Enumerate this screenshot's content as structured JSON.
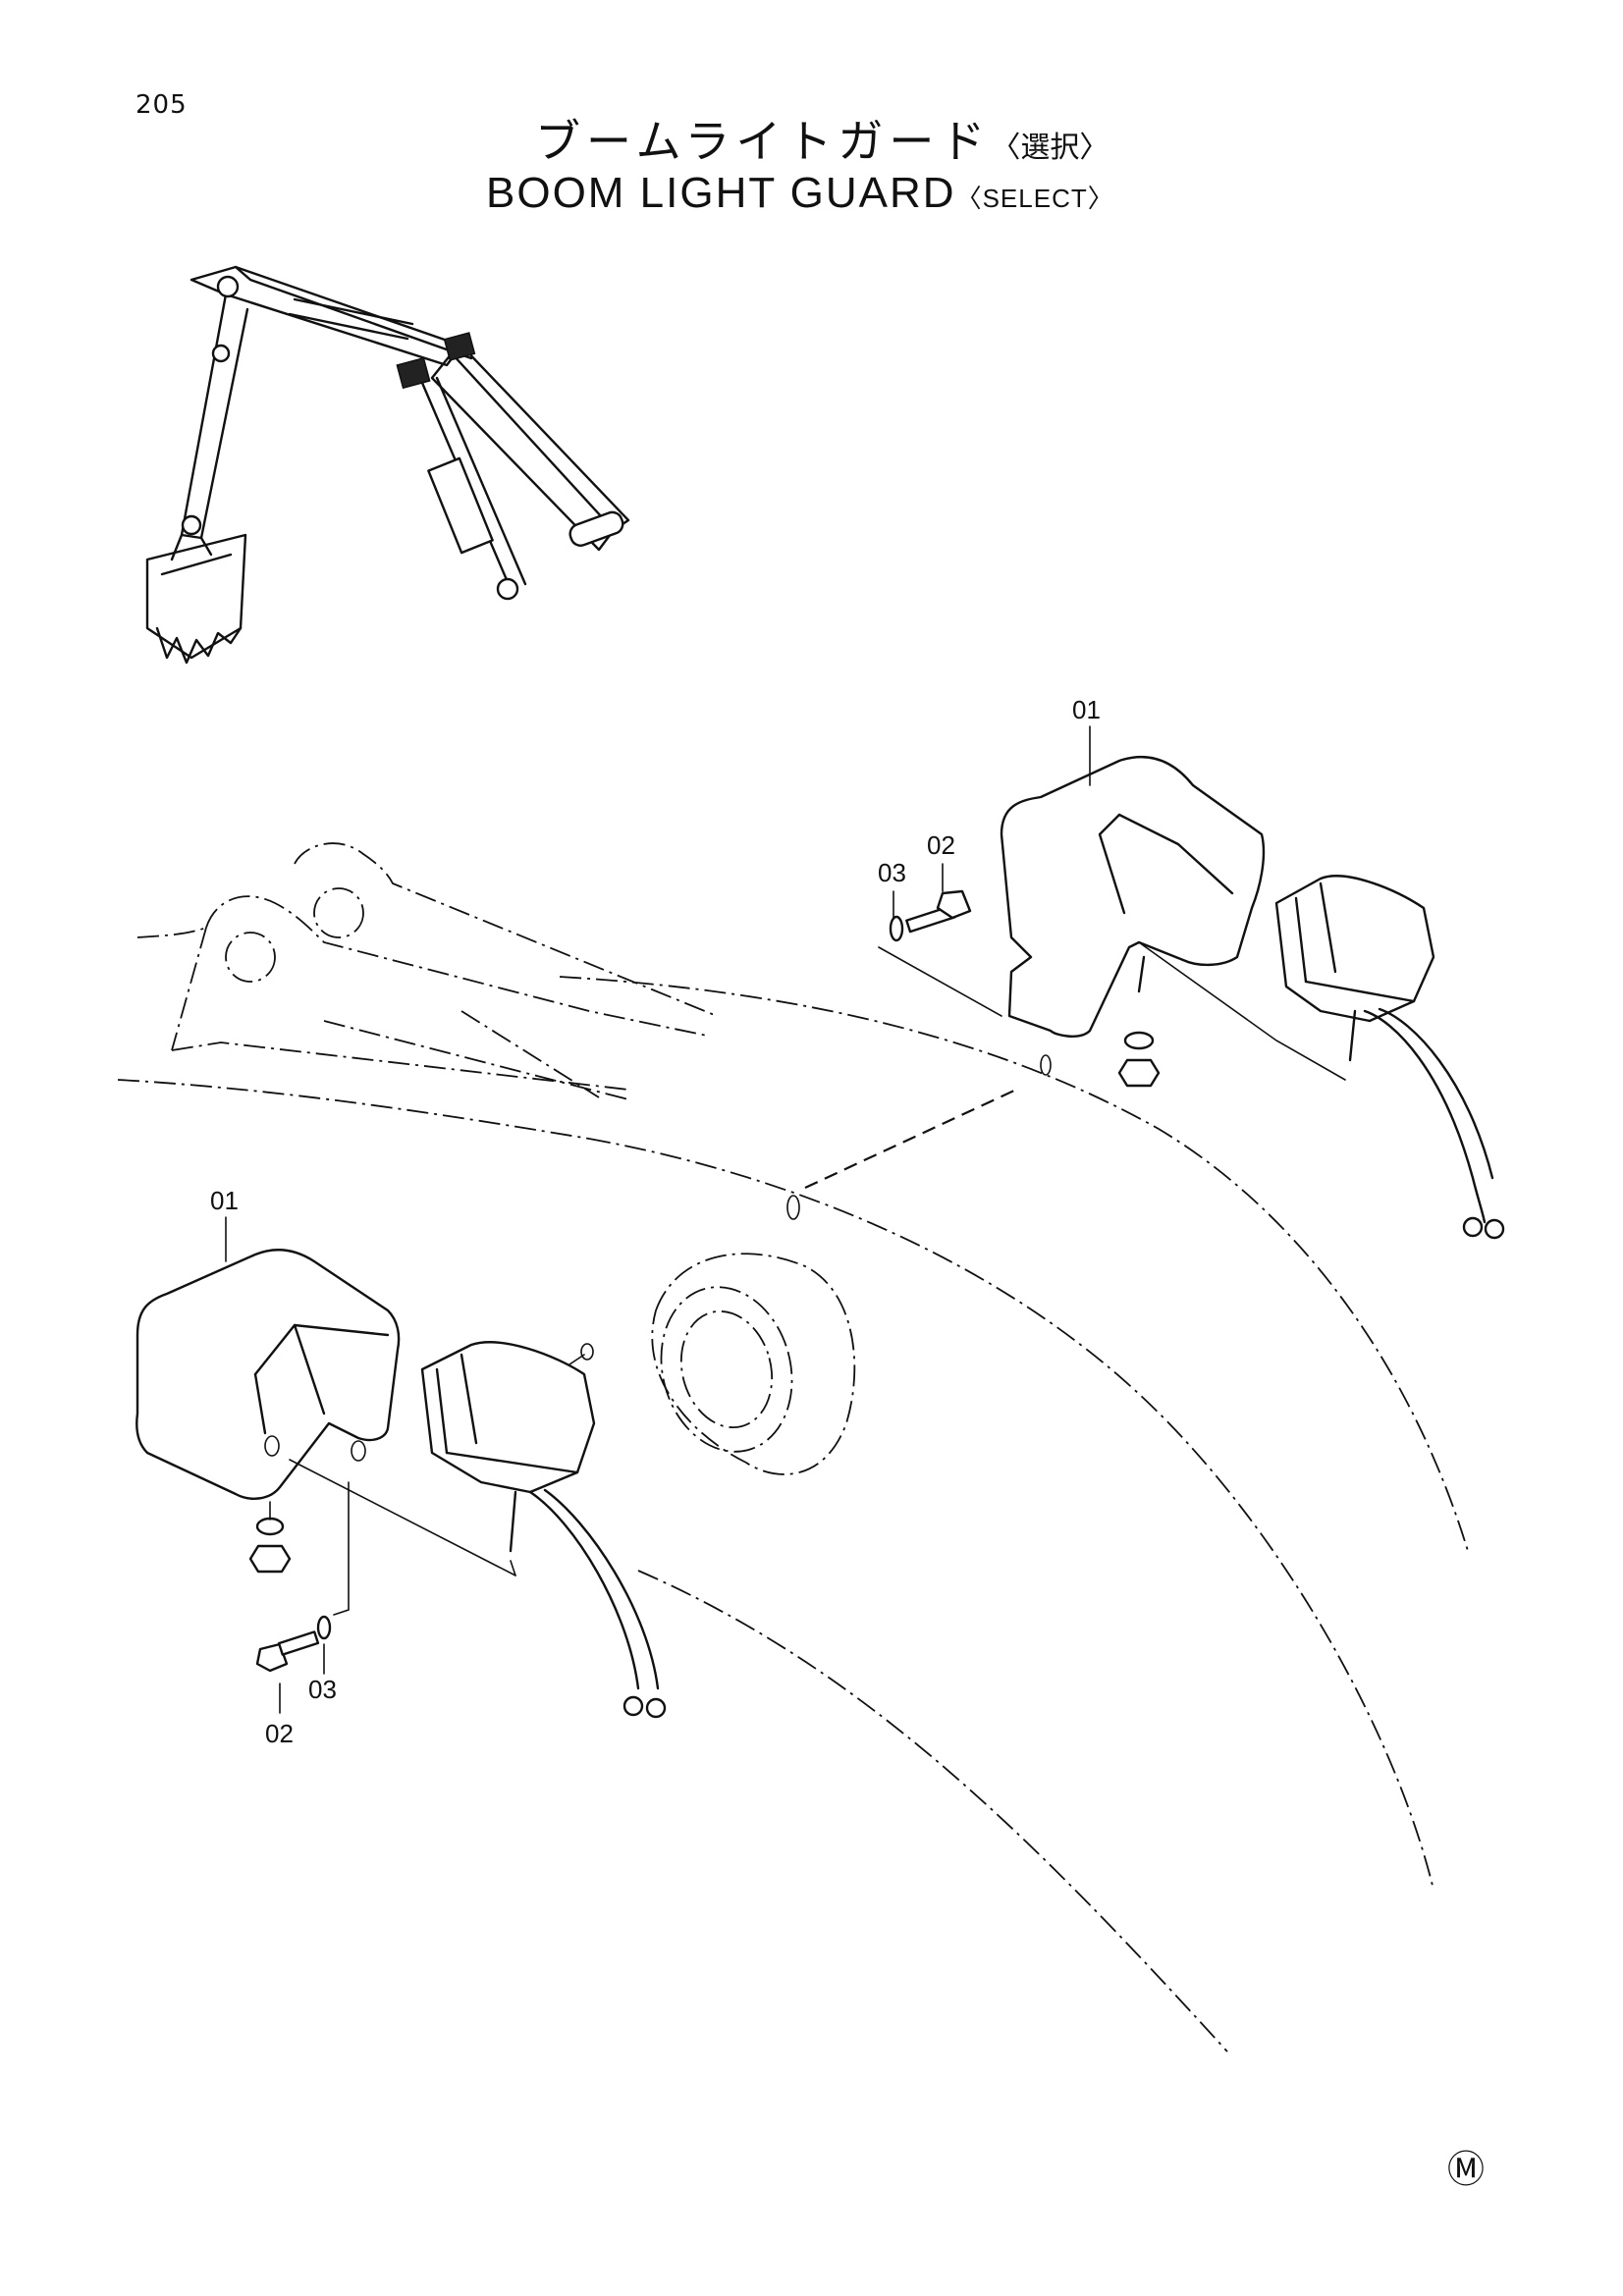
{
  "page": {
    "number": "205",
    "title_jp": "ブームライトガード",
    "title_jp_select": "〈選択〉",
    "title_en": "BOOM LIGHT GUARD",
    "title_en_select": "〈SELECT〉"
  },
  "callouts": {
    "upper_guard": "01",
    "upper_bolt": "02",
    "upper_washer": "03",
    "lower_guard": "01",
    "lower_bolt": "02",
    "lower_washer": "03"
  },
  "mark": "Ⓜ"
}
